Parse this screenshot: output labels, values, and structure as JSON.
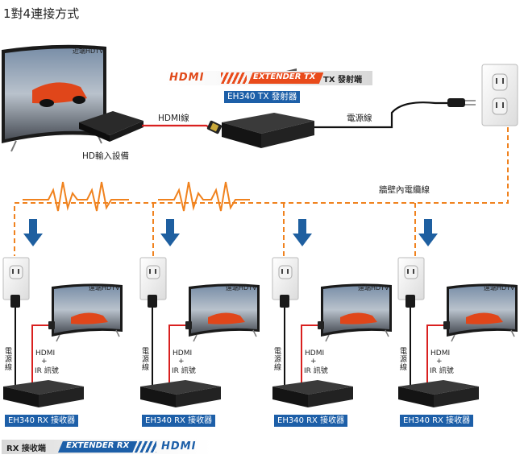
{
  "title": "1對4連接方式",
  "top": {
    "tv_label": "近端HDTV",
    "source_label": "HD輸入設備",
    "cable_hdmi_label": "HDMI線",
    "cable_power_label": "電源線",
    "tx_banner": {
      "hdmi": "HDMI",
      "extender": "EXTENDER TX",
      "suffix": "TX 發射端"
    },
    "tx_device_label": "EH340 TX 發射器",
    "wall_wire_label": "牆壁內電纜線"
  },
  "receivers": [
    {
      "tv_label": "遠端HDTV",
      "power_label": "電源線",
      "hdmi_label": "HDMI",
      "plus": "+",
      "ir_label": "IR 訊號",
      "device_label": "EH340 RX 接收器"
    },
    {
      "tv_label": "遠端HDTV",
      "power_label": "電源線",
      "hdmi_label": "HDMI",
      "plus": "+",
      "ir_label": "IR 訊號",
      "device_label": "EH340 RX 接收器"
    },
    {
      "tv_label": "遠端HDTV",
      "power_label": "電源線",
      "hdmi_label": "HDMI",
      "plus": "+",
      "ir_label": "IR 訊號",
      "device_label": "EH340 RX 接收器"
    },
    {
      "tv_label": "遠端HDTV",
      "power_label": "電源線",
      "hdmi_label": "HDMI",
      "plus": "+",
      "ir_label": "IR 訊號",
      "device_label": "EH340 RX 接收器"
    }
  ],
  "rx_banner": {
    "prefix": "RX 接收端",
    "extender": "EXTENDER RX",
    "hdmi": "HDMI"
  },
  "colors": {
    "orange": "#f0821e",
    "blue": "#1d5fa8",
    "red": "#d9201f",
    "arrow": "#1e5fa0"
  }
}
